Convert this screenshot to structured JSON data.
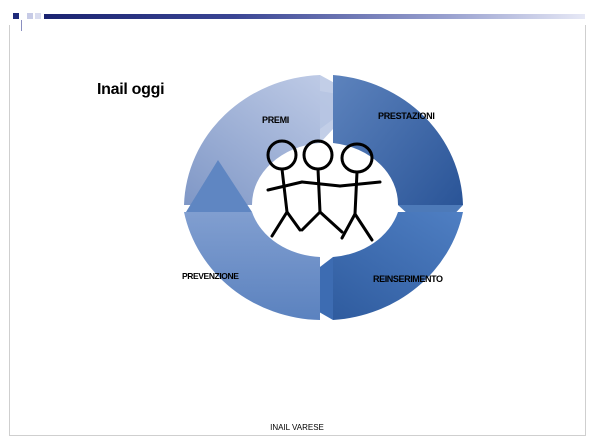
{
  "slide": {
    "title": "Inail oggi",
    "footer": "INAIL VARESE"
  },
  "cycle": {
    "segments": [
      {
        "label": "PREMI",
        "color": "#9fb3d7"
      },
      {
        "label": "PRESTAZIONI",
        "color": "#3b67a8"
      },
      {
        "label": "REINSERIMENTO",
        "color": "#3d6cb2"
      },
      {
        "label": "PREVENZIONE",
        "color": "#6f94cc"
      }
    ]
  },
  "colors": {
    "accent_dark": "#1f2a7a",
    "frame": "#cfcfcf"
  },
  "icons": [
    "slide-bullet-square",
    "stick-figures-icon"
  ]
}
